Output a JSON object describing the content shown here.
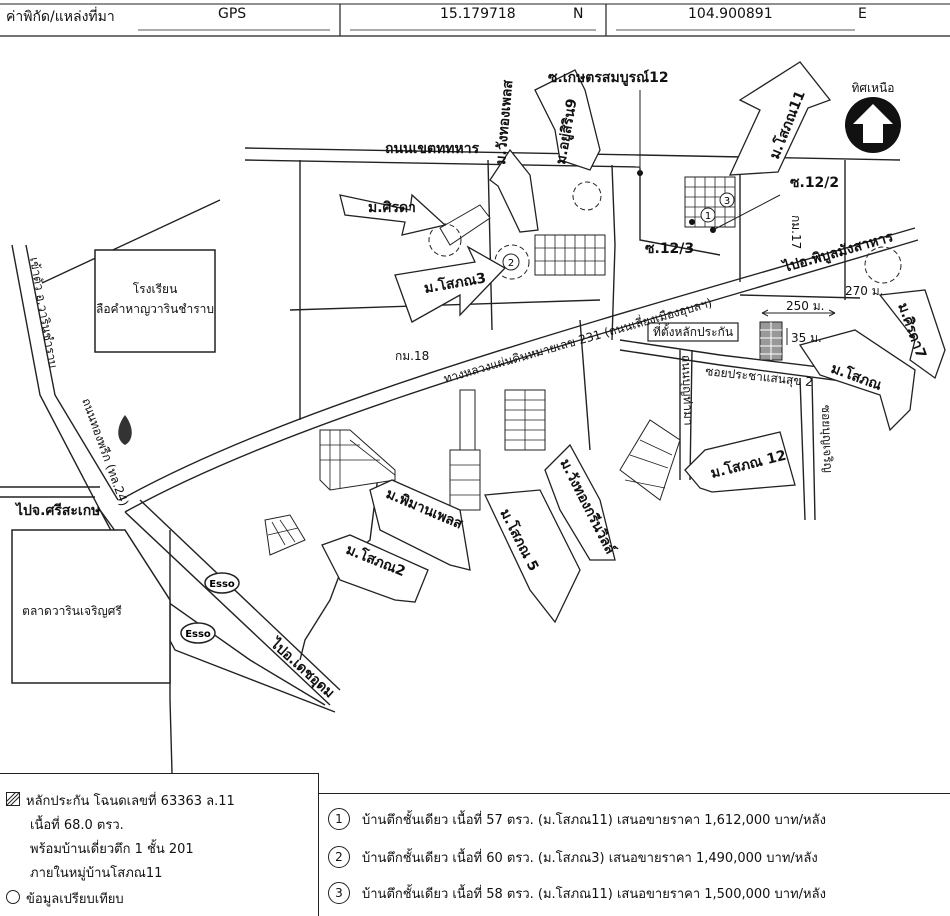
{
  "header": {
    "label": "ค่าพิกัด/แหล่งที่มา",
    "source": "GPS",
    "lat": "15.179718",
    "lat_dir": "N",
    "lon": "104.900891",
    "lon_dir": "E"
  },
  "north": {
    "label": "ทิศเหนือ"
  },
  "roads": {
    "highway": "ทางหลวงแผ่นดินหมายเลข 231 (ถนนเลี่ยงเมืองอุบลฯ)",
    "khet_thahan": "ถนนเขตททหาร",
    "to_warin": "เข้าตัว อ.วารินชำราบ",
    "thahan_road": "ถนนทองพรีก (ทล.24)",
    "to_sisaket": "ไปจ.ศรีสะเกษ",
    "to_phibun": "ไปอ.พิบูลมังสาหาร",
    "to_det": "ไปอ.เดชอุดม",
    "soi_kasem": "ซ.เกษตรสมบูรณ์12",
    "soi_12_2": "ซ.12/2",
    "soi_12_3": "ซ.12/3",
    "soi_prasha": "ซอยประชาแสนสุข 2",
    "soi_right": "ซอยบุญเจริญ",
    "soi_middle": "ถนนบุญท่ามา",
    "km18": "กม.18",
    "km17": "กม.17"
  },
  "places": {
    "school_line1": "โรงเรียน",
    "school_line2": "ลือคำหาญวารินชำราบ",
    "market": "ตลาดวารินเจริญศรี",
    "esso": "Esso",
    "property": "ที่ตั้งหลักประกัน"
  },
  "distances": {
    "d250": "250 ม.",
    "d270": "270 ม.",
    "d35": "35 ม."
  },
  "villages": {
    "sirada": "ม.ศิรดา",
    "wangthong_place": "ม.วังทองเพลส",
    "usirin": "ม.อยู่สิริน9",
    "sophon11": "ม.โสภณ11",
    "sophon3": "ม.โสภณ3",
    "sirada7": "ม.ศิรดา7",
    "sophon": "ม.โสภณ",
    "sophon12": "ม.โสภณ 12",
    "wangthong_green": "ม.วังทองกรีนวิลล์",
    "sophon5": "ม.โสภณ 5",
    "piman": "ม.พิมานเพลส",
    "sophon2": "ม.โสภณ2"
  },
  "markers": [
    "1",
    "2",
    "3"
  ],
  "legend": {
    "line1": "หลักประกัน โฉนดเลขที่ 63363 ล.11",
    "line2": "เนื้อที่ 68.0 ตรว.",
    "line3": "พร้อมบ้านเดี่ยวตึก 1 ชั้น 201",
    "line4": "ภายในหมู่บ้านโสภณ11",
    "line5": "ข้อมูลเปรียบเทียบ"
  },
  "comparables": [
    {
      "num": "1",
      "text": "บ้านตึกชั้นเดียว เนื้อที่ 57 ตรว. (ม.โสภณ11) เสนอขายราคา 1,612,000 บาท/หลัง"
    },
    {
      "num": "2",
      "text": "บ้านตึกชั้นเดียว เนื้อที่ 60 ตรว. (ม.โสภณ3) เสนอขายราคา 1,490,000 บาท/หลัง"
    },
    {
      "num": "3",
      "text": "บ้านตึกชั้นเดียว เนื้อที่ 58 ตรว. (ม.โสภณ11) เสนอขายราคา 1,500,000 บาท/หลัง"
    }
  ]
}
